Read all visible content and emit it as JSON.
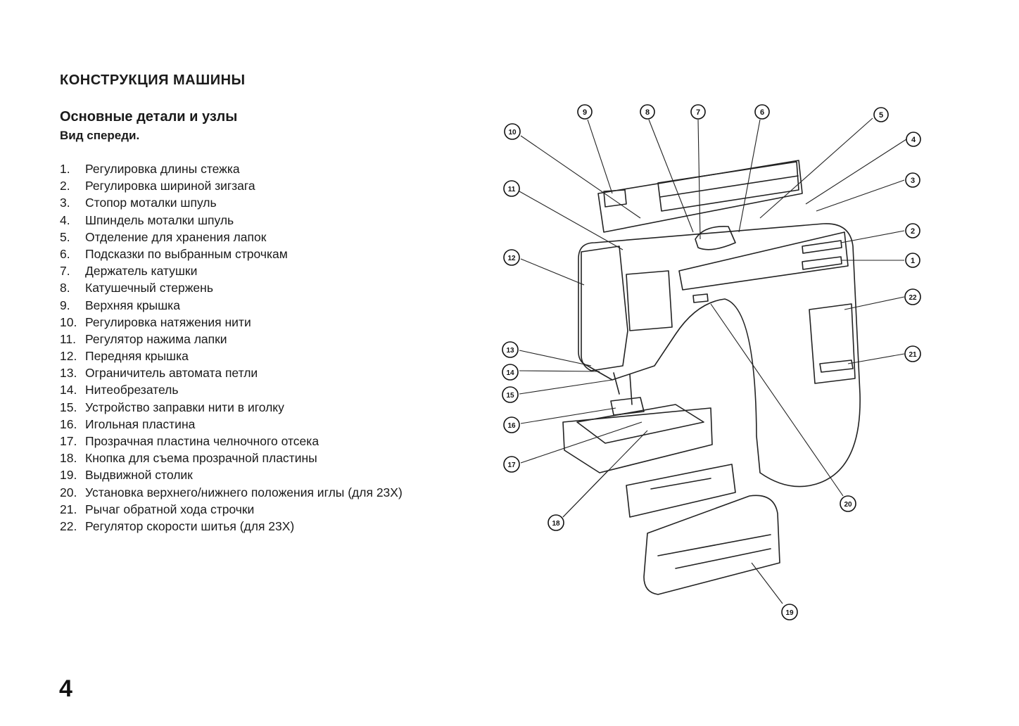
{
  "header": {
    "title": "КОНСТРУКЦИЯ МАШИНЫ",
    "subtitle": "Основные детали и узлы",
    "view_label": "Вид спереди."
  },
  "parts": [
    {
      "num": "1.",
      "label": "Регулировка длины стежка"
    },
    {
      "num": "2.",
      "label": "Регулировка шириной зигзага"
    },
    {
      "num": "3.",
      "label": "Стопор моталки шпуль"
    },
    {
      "num": "4.",
      "label": "Шпиндель моталки шпуль"
    },
    {
      "num": "5.",
      "label": "Отделение для хранения лапок"
    },
    {
      "num": "6.",
      "label": "Подсказки по выбранным строчкам"
    },
    {
      "num": "7.",
      "label": "Держатель катушки"
    },
    {
      "num": "8.",
      "label": "Катушечный стержень"
    },
    {
      "num": "9.",
      "label": "Верхняя крышка"
    },
    {
      "num": "10.",
      "label": "Регулировка натяжения нити"
    },
    {
      "num": "11.",
      "label": "Регулятор нажима лапки"
    },
    {
      "num": "12.",
      "label": "Передняя крышка"
    },
    {
      "num": "13.",
      "label": "Ограничитель автомата петли"
    },
    {
      "num": "14.",
      "label": "Нитеобрезатель"
    },
    {
      "num": "15.",
      "label": "Устройство заправки нити в иголку"
    },
    {
      "num": "16.",
      "label": "Игольная пластина"
    },
    {
      "num": "17.",
      "label": "Прозрачная пластина челночного отсека"
    },
    {
      "num": "18.",
      "label": "Кнопка для съема прозрачной пластины"
    },
    {
      "num": "19.",
      "label": "Выдвижной столик"
    },
    {
      "num": "20.",
      "label": "Установка верхнего/нижнего положения иглы (для 23Х)"
    },
    {
      "num": "21.",
      "label": "Рычаг обратной хода строчки"
    },
    {
      "num": "22.",
      "label": "Регулятор скорости шитья (для 23Х)"
    }
  ],
  "callouts": {
    "c1": "1",
    "c2": "2",
    "c3": "3",
    "c4": "4",
    "c5": "5",
    "c6": "6",
    "c7": "7",
    "c8": "8",
    "c9": "9",
    "c10": "10",
    "c11": "11",
    "c12": "12",
    "c13": "13",
    "c14": "14",
    "c15": "15",
    "c16": "16",
    "c17": "17",
    "c18": "18",
    "c19": "19",
    "c20": "20",
    "c21": "21",
    "c22": "22"
  },
  "footer": {
    "page_number": "4"
  }
}
